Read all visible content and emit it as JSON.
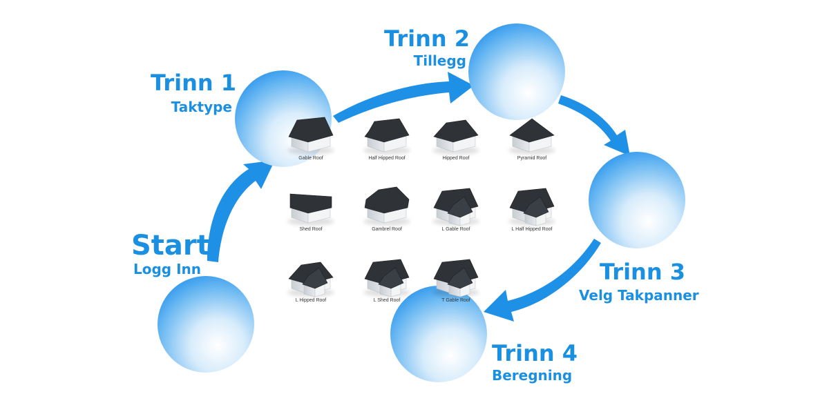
{
  "steps": {
    "start": {
      "title": "Start",
      "subtitle": "Logg Inn"
    },
    "trinn1": {
      "title": "Trinn 1",
      "subtitle": "Taktype"
    },
    "trinn2": {
      "title": "Trinn 2",
      "subtitle": "Tillegg"
    },
    "trinn3": {
      "title": "Trinn 3",
      "subtitle": "Velg Takpanner"
    },
    "trinn4": {
      "title": "Trinn 4",
      "subtitle": "Beregning"
    }
  },
  "roof_types": [
    {
      "label": "Gable Roof",
      "icon": "gable-roof-icon"
    },
    {
      "label": "Half Hipped Roof",
      "icon": "half-hipped-roof-icon"
    },
    {
      "label": "Hipped Roof",
      "icon": "hipped-roof-icon"
    },
    {
      "label": "Pyramid Roof",
      "icon": "pyramid-roof-icon"
    },
    {
      "label": "Shed Roof",
      "icon": "shed-roof-icon"
    },
    {
      "label": "Gambrel Roof",
      "icon": "gambrel-roof-icon"
    },
    {
      "label": "L Gable Roof",
      "icon": "l-gable-roof-icon"
    },
    {
      "label": "L Half Hipped Roof",
      "icon": "l-half-hipped-roof-icon"
    },
    {
      "label": "L Hipped Roof",
      "icon": "l-hipped-roof-icon"
    },
    {
      "label": "L Shed Roof",
      "icon": "l-shed-roof-icon"
    },
    {
      "label": "T Gable Roof",
      "icon": "t-gable-roof-icon"
    }
  ],
  "colors": {
    "accent": "#1b8fe0",
    "circle_edge": "#2a9af0",
    "roof": "#2f3338",
    "wall": "#f2f4f6"
  }
}
